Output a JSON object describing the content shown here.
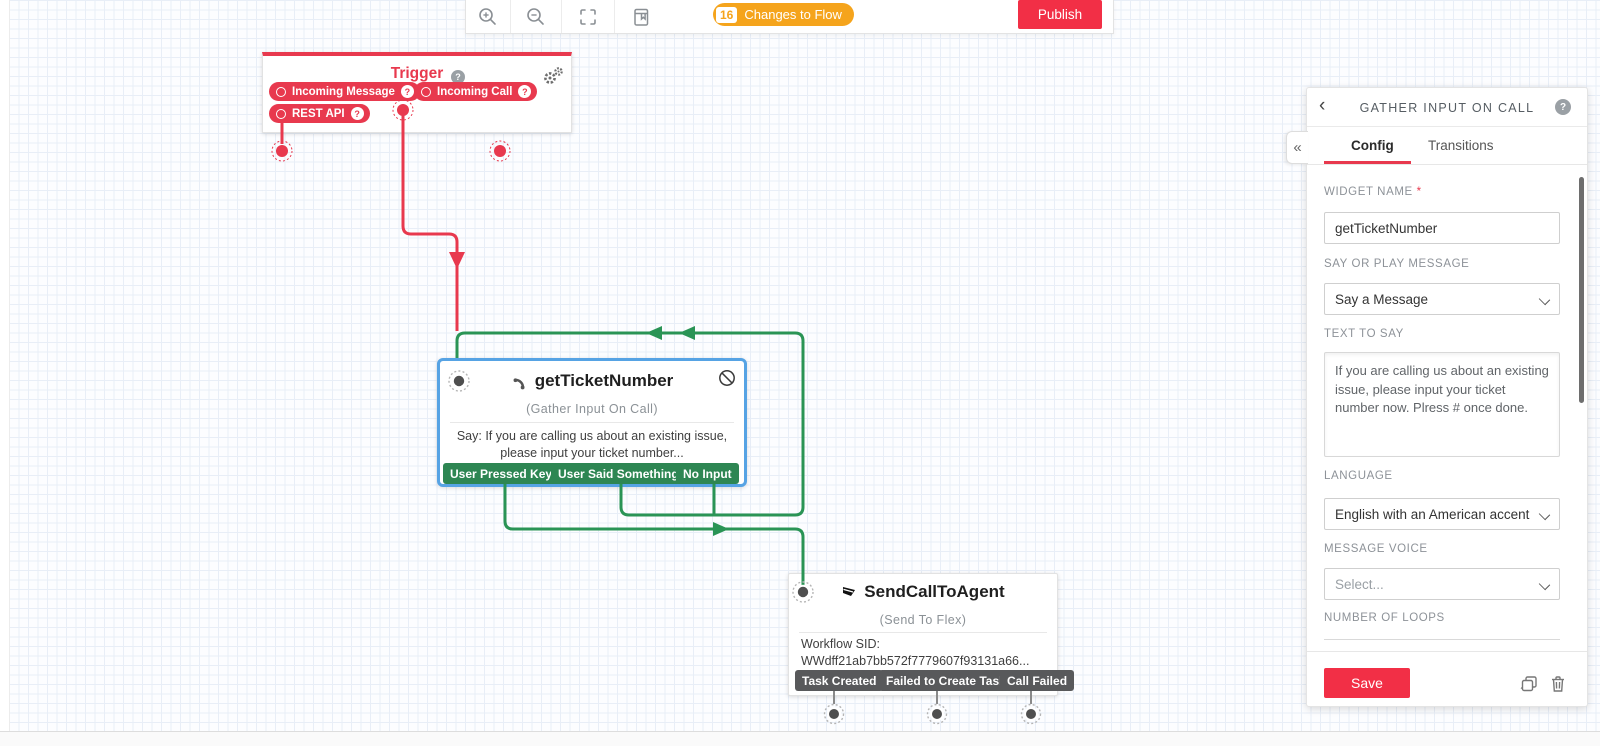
{
  "colors": {
    "red": "#f22f46",
    "pill_red": "#e8394e",
    "green_line": "#2a9455",
    "green_pill": "#2e8653",
    "gray_pill": "#58595b",
    "orange": "#f5a41c",
    "blue_border": "#56a3e4"
  },
  "icons": {
    "question": "?",
    "back": "‹",
    "collapse": "«"
  },
  "toolbar": {
    "changes_badge": {
      "count": "16",
      "label": "Changes to Flow"
    },
    "publish_label": "Publish"
  },
  "canvas": {
    "trigger": {
      "title": "Trigger",
      "transitions": [
        {
          "label": "Incoming Message"
        },
        {
          "label": "Incoming Call"
        },
        {
          "label": "REST API"
        }
      ]
    },
    "gather": {
      "name": "getTicketNumber",
      "type": "(Gather Input On Call)",
      "body": "Say: If you are calling us about an existing issue, please input your ticket number...",
      "transitions": [
        "User Pressed Keys",
        "User Said Something",
        "No Input"
      ]
    },
    "flex": {
      "name": "SendCallToAgent",
      "type": "(Send To Flex)",
      "body_line1": "Workflow SID:",
      "body_line2": "WWdff21ab7bb572f7779607f93131a66...",
      "transitions": [
        "Task Created",
        "Failed to Create Task",
        "Call Failed"
      ]
    }
  },
  "panel": {
    "title": "GATHER INPUT ON CALL",
    "tabs": [
      {
        "label": "Config"
      },
      {
        "label": "Transitions"
      }
    ],
    "fields": {
      "widget_name": {
        "label": "WIDGET NAME",
        "required": "*",
        "value": "getTicketNumber"
      },
      "say_or_play": {
        "label": "SAY OR PLAY MESSAGE",
        "value": "Say a Message"
      },
      "text_to_say": {
        "label": "TEXT TO SAY",
        "value": "If you are calling us about an existing issue, please input your ticket number now. Plress # once done."
      },
      "language": {
        "label": "LANGUAGE",
        "value": "English with an American accent"
      },
      "message_voice": {
        "label": "MESSAGE VOICE",
        "placeholder": "Select..."
      },
      "number_of_loops": {
        "label": "NUMBER OF LOOPS"
      }
    },
    "save_label": "Save"
  }
}
